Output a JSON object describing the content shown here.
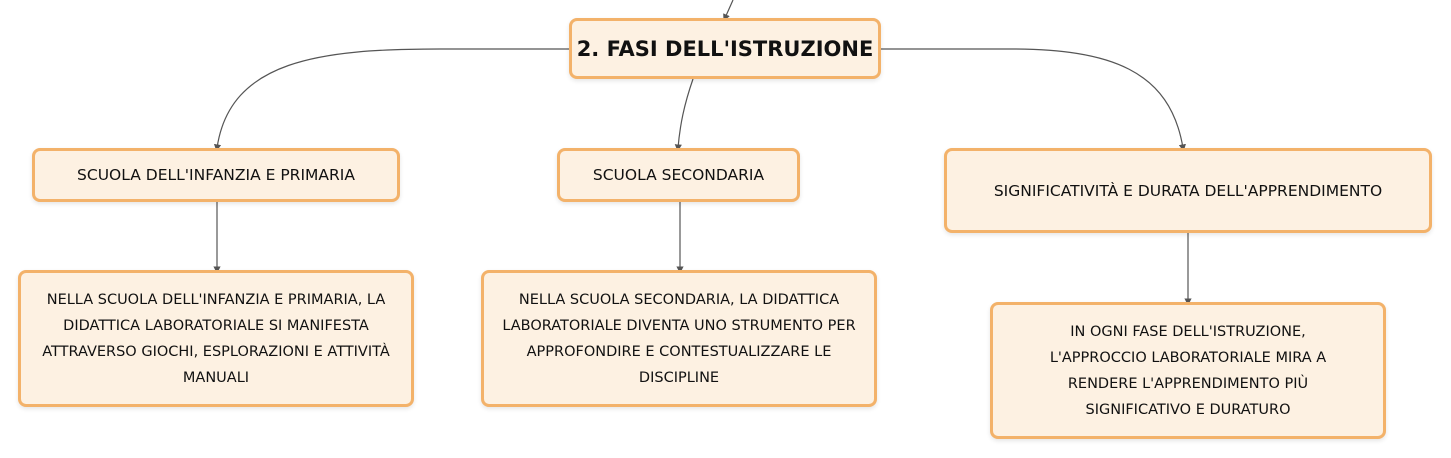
{
  "root": {
    "label": "2. FASI DELL'ISTRUZIONE"
  },
  "branches": [
    {
      "label": "SCUOLA DELL'INFANZIA E PRIMARIA",
      "detail": "NELLA SCUOLA DELL'INFANZIA E PRIMARIA, LA DIDATTICA LABORATORIALE SI MANIFESTA ATTRAVERSO GIOCHI, ESPLORAZIONI E ATTIVITÀ MANUALI"
    },
    {
      "label": "SCUOLA SECONDARIA",
      "detail": "NELLA SCUOLA SECONDARIA, LA DIDATTICA LABORATORIALE DIVENTA UNO STRUMENTO PER APPROFONDIRE E CONTESTUALIZZARE LE DISCIPLINE"
    },
    {
      "label": "SIGNIFICATIVITÀ E DURATA DELL'APPRENDIMENTO",
      "detail": "IN OGNI FASE DELL'ISTRUZIONE, L'APPROCCIO LABORATORIALE MIRA A RENDERE L'APPRENDIMENTO PIÙ SIGNIFICATIVO E DURATURO"
    }
  ],
  "colors": {
    "node_fill": "#fdf1e2",
    "node_border": "#f3b26a",
    "connector": "#555555"
  }
}
